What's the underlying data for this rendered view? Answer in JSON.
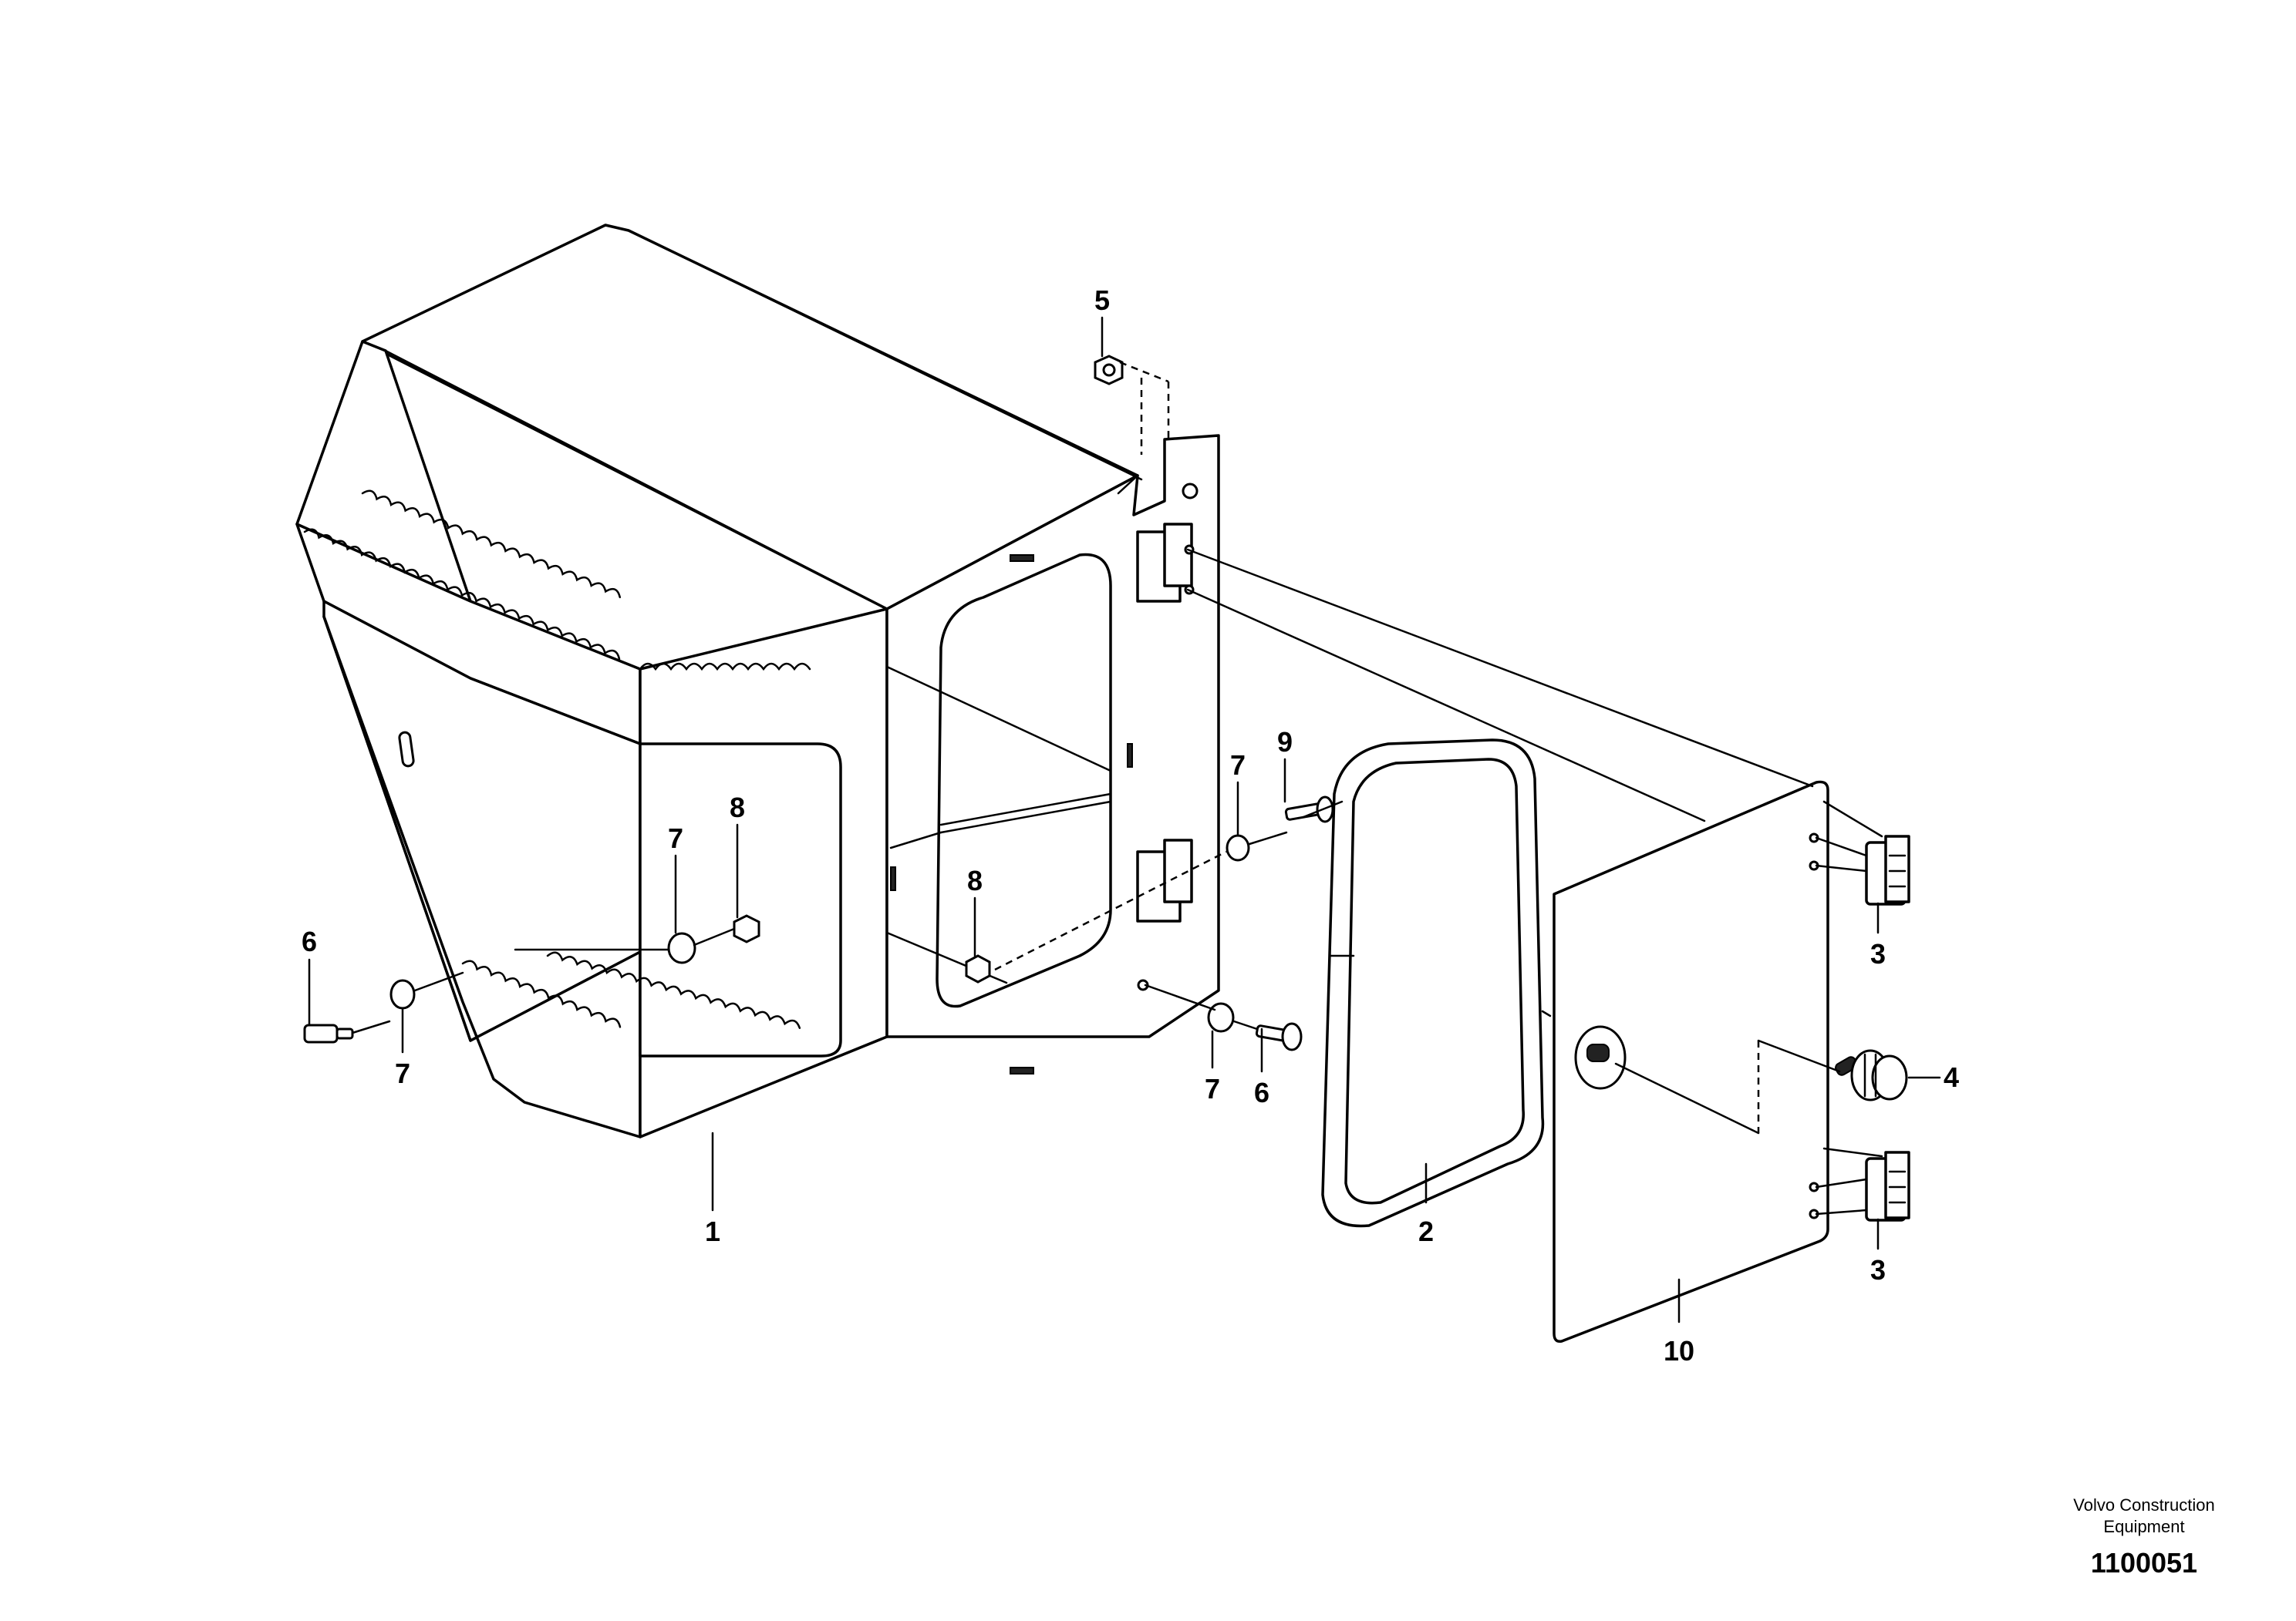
{
  "callouts": [
    {
      "id": "1",
      "label": "1"
    },
    {
      "id": "2",
      "label": "2"
    },
    {
      "id": "3a",
      "label": "3"
    },
    {
      "id": "3b",
      "label": "3"
    },
    {
      "id": "4",
      "label": "4"
    },
    {
      "id": "5",
      "label": "5"
    },
    {
      "id": "6a",
      "label": "6"
    },
    {
      "id": "6b",
      "label": "6"
    },
    {
      "id": "7a",
      "label": "7"
    },
    {
      "id": "7b",
      "label": "7"
    },
    {
      "id": "7c",
      "label": "7"
    },
    {
      "id": "7d",
      "label": "7"
    },
    {
      "id": "8a",
      "label": "8"
    },
    {
      "id": "8b",
      "label": "8"
    },
    {
      "id": "9",
      "label": "9"
    },
    {
      "id": "10",
      "label": "10"
    }
  ],
  "footer": {
    "brand_line1": "Volvo Construction",
    "brand_line2": "Equipment",
    "drawing_id": "1100051"
  }
}
